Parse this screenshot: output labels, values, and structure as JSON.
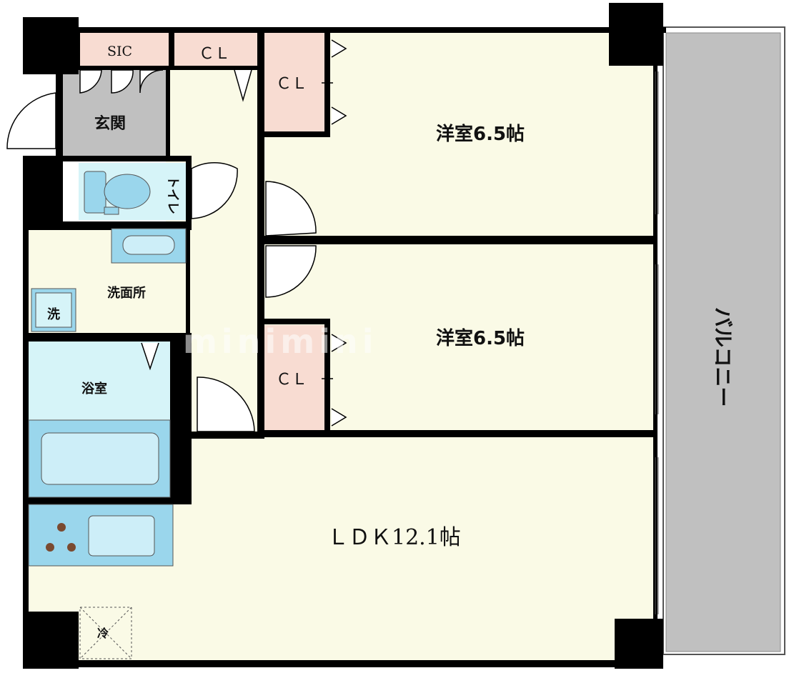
{
  "rooms": {
    "sic": "SIC",
    "closet_entry": "ＣＬ",
    "closet_bedroom1": "ＣＬ",
    "closet_bedroom2": "ＣＬ",
    "genkan": "玄関",
    "bedroom1": "洋室6.5帖",
    "bedroom2": "洋室6.5帖",
    "toilet": "トイレ",
    "washroom": "洗面所",
    "washer": "洗",
    "bathroom": "浴室",
    "ldk": "ＬＤＫ12.1帖",
    "fridge": "冷",
    "balcony": "バルコニー"
  },
  "watermark": "minimini",
  "colors": {
    "wall": "#000000",
    "floor": "#fafae6",
    "closet": "#f8dcd2",
    "entrance": "#c0c0c0",
    "wet_area": "#d6f4f8",
    "fixture": "#9ad6ec",
    "balcony": "#c0c0c0",
    "stove": "#7a4a30"
  }
}
